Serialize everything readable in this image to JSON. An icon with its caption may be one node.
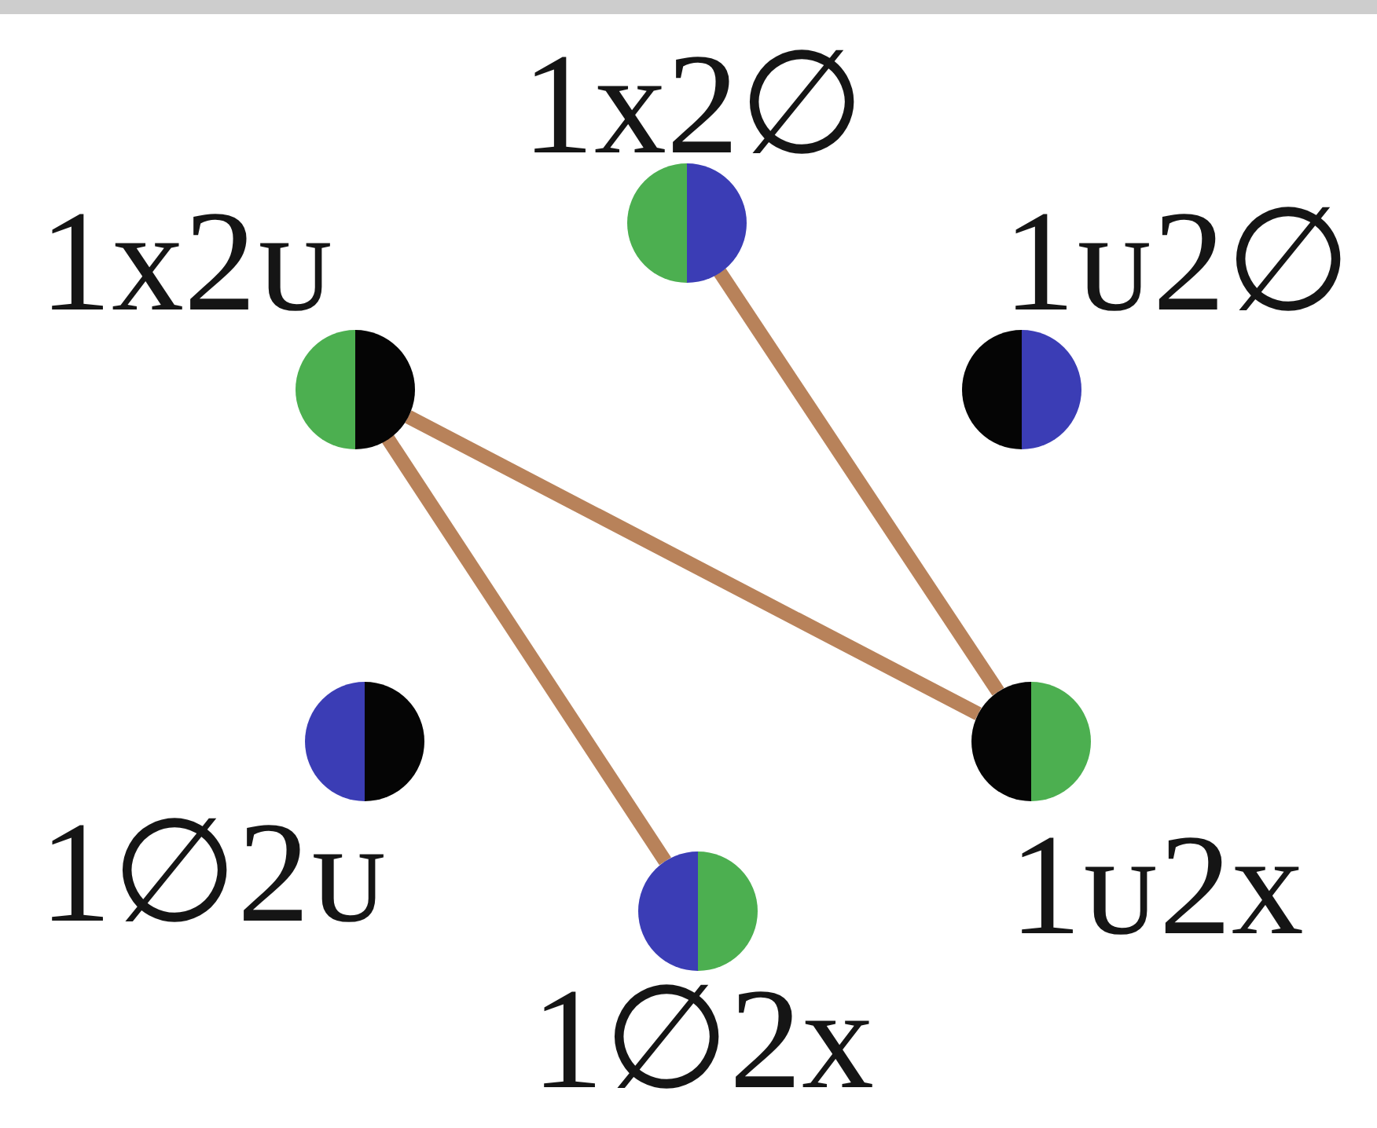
{
  "diagram": {
    "nodes": [
      {
        "text": [
          "1x2∅"
        ]
      },
      {
        "text": [
          "1x2ᴜ"
        ]
      },
      {
        "text": [
          "1ᴜ2∅"
        ]
      },
      {
        "text": [
          "1∅2ᴜ"
        ]
      },
      {
        "text": [
          "1ᴜ2x"
        ]
      },
      {
        "text": [
          "1∅2x"
        ]
      }
    ],
    "edges": [
      {
        "from": 1,
        "to": 4,
        "arrow": "none"
      },
      {
        "from": 1,
        "to": 5,
        "arrow": "none"
      },
      {
        "from": 0,
        "to": 4,
        "arrow": "none"
      }
    ]
  }
}
